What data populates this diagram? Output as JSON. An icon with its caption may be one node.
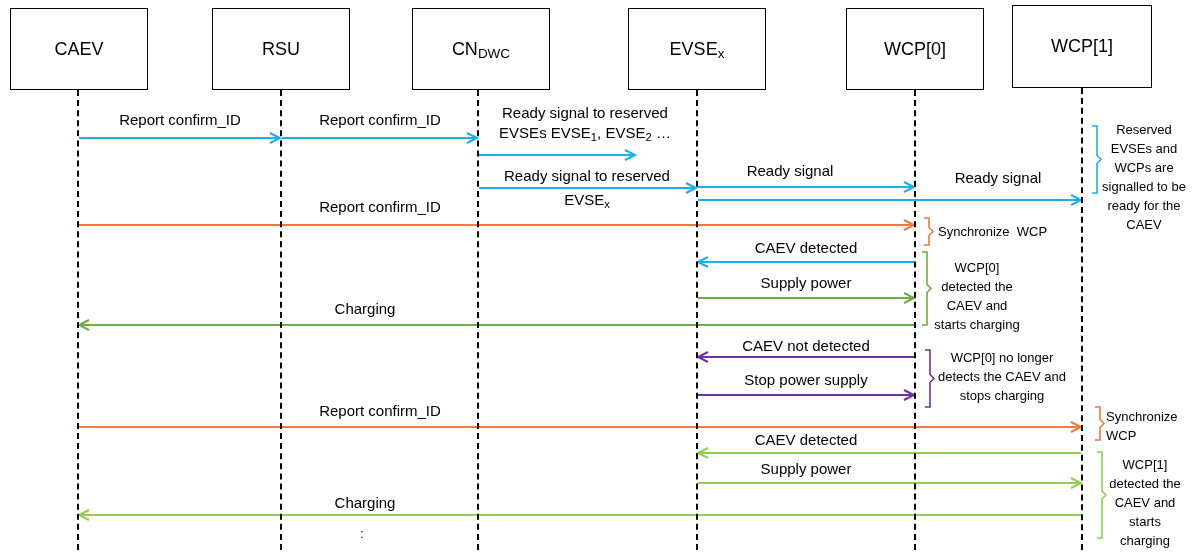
{
  "diagram": {
    "nodes": [
      {
        "text": [
          "CAEV"
        ]
      },
      {
        "text": [
          "RSU"
        ]
      },
      {
        "text": [
          "CN$_{DWC}$"
        ]
      },
      {
        "text": [
          "EVSE$_{x}$"
        ]
      },
      {
        "text": [
          "WCP[0]"
        ]
      },
      {
        "text": [
          "WCP[1]"
        ]
      },
      {
        "text": [],
        "shape": "line"
      },
      {
        "text": [],
        "shape": "line"
      },
      {
        "text": [],
        "shape": "line"
      },
      {
        "text": [],
        "shape": "line"
      },
      {
        "text": [],
        "shape": "line"
      },
      {
        "text": [],
        "shape": "line"
      }
    ],
    "edges": [
      {
        "from": 6,
        "to": 7,
        "arrow": "to",
        "label": "Report confirm_ID"
      },
      {
        "from": 7,
        "to": 8,
        "arrow": "to",
        "label": "Report confirm_ID"
      },
      {
        "from": 8,
        "to": null,
        "arrow": "to",
        "label": "Ready signal to reserved EVSEs EVSE$_{1}$, EVSE$_{2}$ …"
      },
      {
        "from": 8,
        "to": 9,
        "arrow": "to",
        "label": "Ready signal to reserved EVSE$_{x}$"
      },
      {
        "from": 9,
        "to": 10,
        "arrow": "to",
        "label": "Ready signal"
      },
      {
        "from": 9,
        "to": 11,
        "arrow": "to",
        "label": "Ready signal"
      },
      {
        "from": 6,
        "to": 10,
        "arrow": "to",
        "label": "Report confirm_ID",
        "color": "#f07b3f"
      },
      {
        "from": 10,
        "to": 9,
        "arrow": "to",
        "label": "CAEV detected"
      },
      {
        "from": 9,
        "to": 10,
        "arrow": "to",
        "label": "Supply power",
        "color": "#70ad47"
      },
      {
        "from": 10,
        "to": 6,
        "arrow": "to",
        "label": "Charging",
        "color": "#70ad47"
      },
      {
        "from": 10,
        "to": 9,
        "arrow": "to",
        "label": "CAEV not detected",
        "color": "#7030a0"
      },
      {
        "from": 9,
        "to": 10,
        "arrow": "to",
        "label": "Stop power supply",
        "color": "#7030a0"
      },
      {
        "from": 6,
        "to": 11,
        "arrow": "to",
        "label": "Report confirm_ID",
        "color": "#f07b3f"
      },
      {
        "from": 11,
        "to": 9,
        "arrow": "to",
        "label": "CAEV detected",
        "color": "#92d050"
      },
      {
        "from": 9,
        "to": 11,
        "arrow": "to",
        "label": "Supply power",
        "color": "#92d050"
      },
      {
        "from": 11,
        "to": 6,
        "arrow": "to",
        "label": "Charging",
        "color": "#92d050"
      }
    ],
    "labels": [
      "Reserved EVSEs and WCPs are signalled to be ready for the CAEV",
      "Synchronize  WCP",
      "WCP[0] detected the CAEV and starts charging",
      "WCP[0] no longer detects the CAEV and stops charging",
      "Synchronize WCP",
      "WCP[1] detected the CAEV and starts charging",
      ":"
    ]
  }
}
